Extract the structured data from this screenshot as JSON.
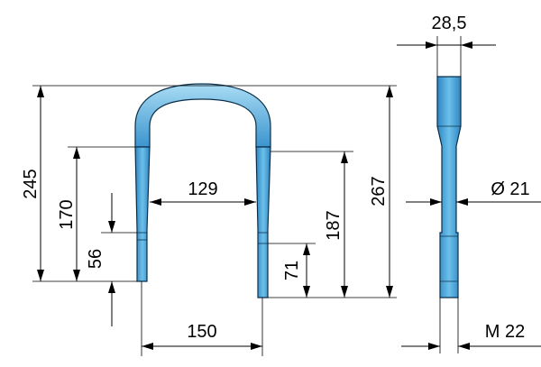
{
  "drawing": {
    "dimensions": {
      "overall_height_left": "245",
      "leg_height_left": "170",
      "thread_length_left": "56",
      "inner_width": "129",
      "outer_width": "150",
      "leg_height_right": "187",
      "overall_height_right": "267",
      "thread_length_right": "71",
      "section_width": "28,5",
      "diameter": "Ø 21",
      "thread_size": "M 22"
    },
    "colors": {
      "part": "#4ea8dd",
      "part_dark": "#2f86c2",
      "part_highlight": "#a9dcf4",
      "outline": "#0b2f4a"
    }
  }
}
